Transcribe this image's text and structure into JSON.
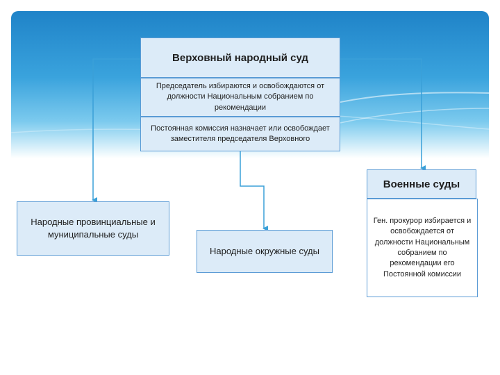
{
  "supreme_court": {
    "title": "Верховный народный суд",
    "note_1": "Председатель избираются и освобождаются от должности Национальным собранием по рекомендации",
    "note_2": "Постоянная комиссия назначает или освобождает заместителя председателя Верховного"
  },
  "provincial_courts": {
    "label": "Народные провинциальные и муниципальные суды"
  },
  "district_courts": {
    "label": "Народные окружные суды"
  },
  "military_courts": {
    "title": "Военные суды",
    "note": "Ген. прокурор избирается и освобождается от должности Национальным собранием по рекомендации его Постоянной комиссии"
  },
  "colors": {
    "box_fill": "#dcebf8",
    "box_border": "#5a9bd5",
    "connector": "#3aa0d8"
  }
}
